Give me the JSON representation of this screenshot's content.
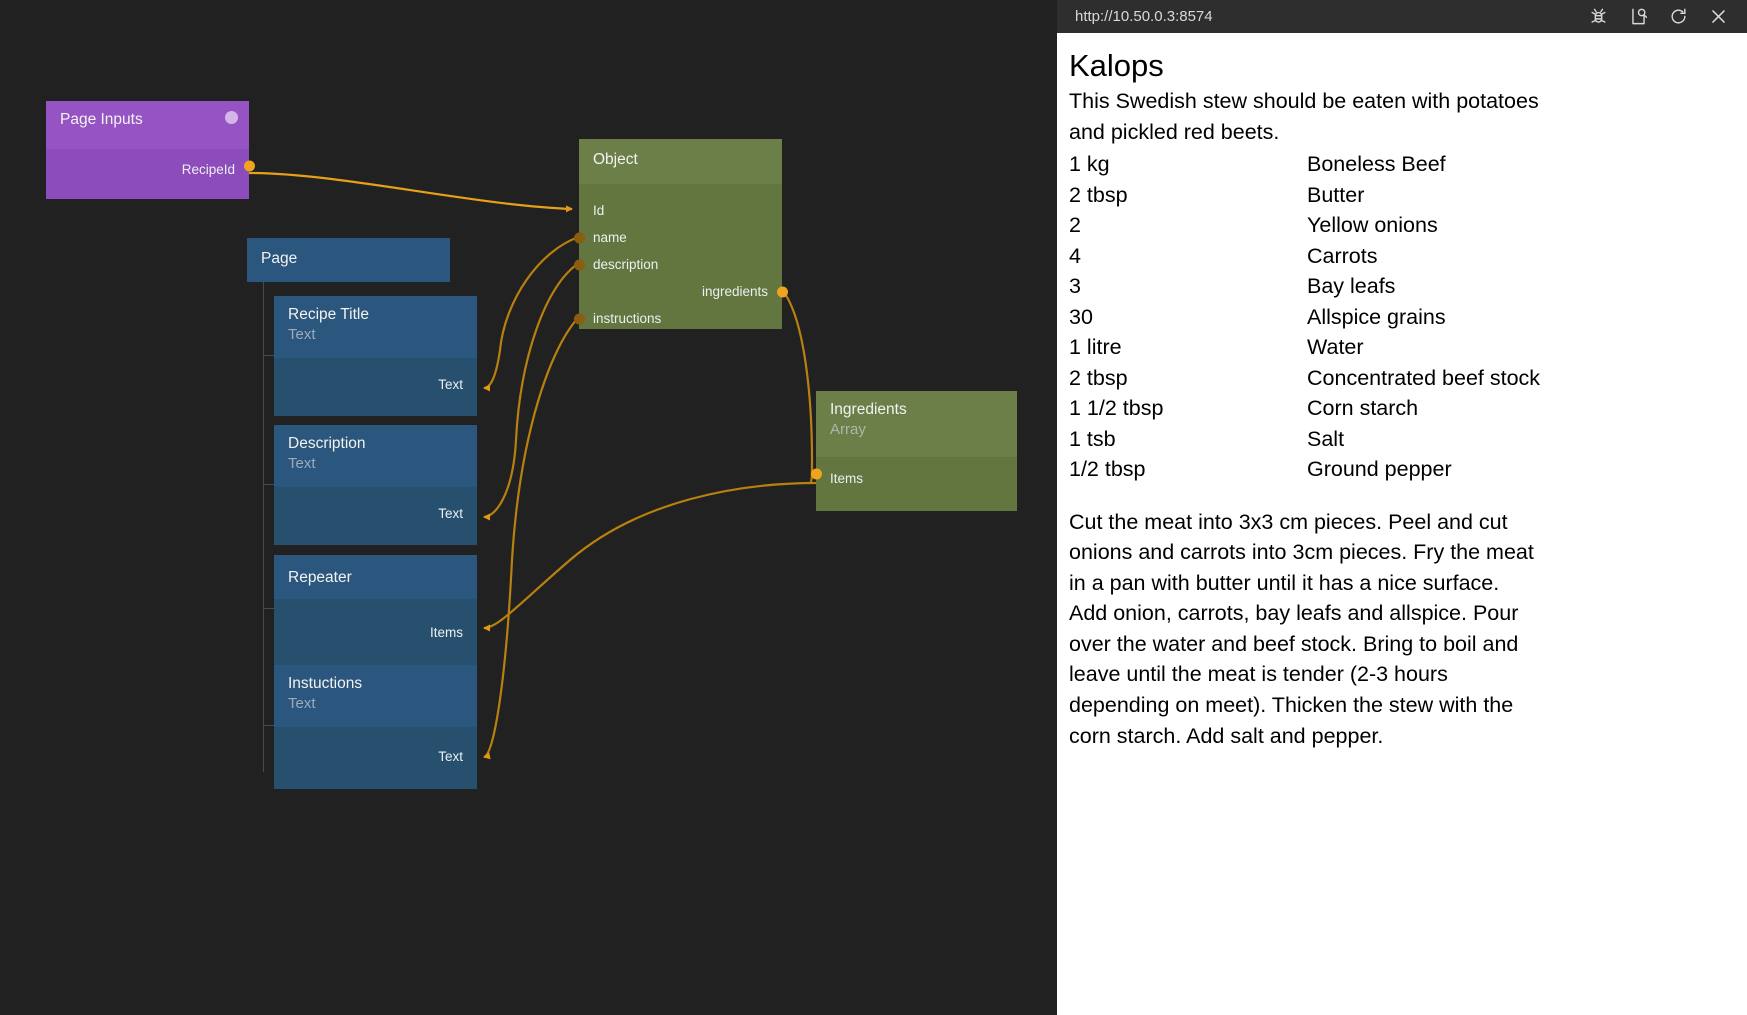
{
  "canvas": {
    "nodes": {
      "page_inputs": {
        "title": "Page Inputs",
        "ports": {
          "recipe_id": "RecipeId"
        }
      },
      "page": {
        "title": "Page"
      },
      "recipe_title": {
        "title": "Recipe Title",
        "subtitle": "Text",
        "ports": {
          "text": "Text"
        }
      },
      "description": {
        "title": "Description",
        "subtitle": "Text",
        "ports": {
          "text": "Text"
        }
      },
      "repeater": {
        "title": "Repeater",
        "subtitle": "",
        "ports": {
          "items": "Items"
        }
      },
      "instuctions": {
        "title": "Instuctions",
        "subtitle": "Text",
        "ports": {
          "text": "Text"
        }
      },
      "object": {
        "title": "Object",
        "ports": {
          "id": "Id",
          "name": "name",
          "description": "description",
          "ingredients": "ingredients",
          "instructions": "instructions"
        }
      },
      "ingredients": {
        "title": "Ingredients",
        "subtitle": "Array",
        "ports": {
          "items": "Items"
        }
      }
    },
    "colors": {
      "background": "#212121",
      "purple": "#9553c4",
      "blue": "#2b567d",
      "green": "#6d7f48",
      "wire": "#c8860d",
      "port": "#f0a41d"
    }
  },
  "panel": {
    "url": "http://10.50.0.3:8574",
    "toolbar_icons": [
      "bug-icon",
      "inspect-page-icon",
      "reload-icon",
      "close-icon"
    ],
    "recipe": {
      "title": "Kalops",
      "description": "This Swedish stew should be eaten with potatoes and pickled red beets.",
      "ingredients": [
        {
          "quantity": "1 kg",
          "name": "Boneless Beef"
        },
        {
          "quantity": "2 tbsp",
          "name": "Butter"
        },
        {
          "quantity": "2",
          "name": "Yellow onions"
        },
        {
          "quantity": "4",
          "name": "Carrots"
        },
        {
          "quantity": "3",
          "name": "Bay leafs"
        },
        {
          "quantity": "30",
          "name": "Allspice grains"
        },
        {
          "quantity": "1 litre",
          "name": "Water"
        },
        {
          "quantity": "2 tbsp",
          "name": "Concentrated beef stock"
        },
        {
          "quantity": "1 1/2 tbsp",
          "name": "Corn starch"
        },
        {
          "quantity": "1 tsb",
          "name": "Salt"
        },
        {
          "quantity": "1/2 tbsp",
          "name": "Ground pepper"
        }
      ],
      "instructions": "Cut the meat into 3x3 cm pieces. Peel and cut onions and carrots into 3cm pieces. Fry the meat in a pan with butter until it has a nice surface. Add onion, carrots, bay leafs and allspice. Pour over the water and beef stock. Bring to boil and leave until the meat is tender (2-3 hours depending on meet). Thicken the stew with the corn starch. Add salt and pepper."
    }
  }
}
